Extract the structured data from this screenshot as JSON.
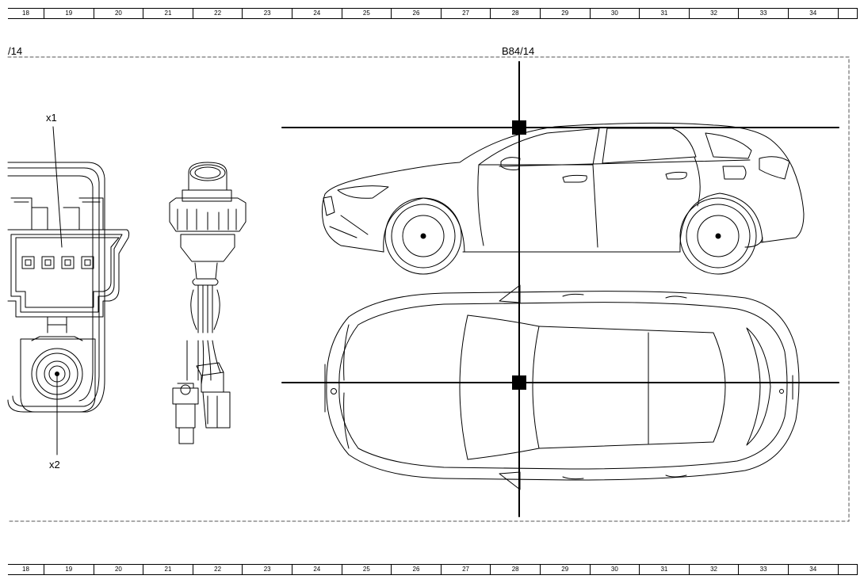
{
  "ruler": {
    "columns": [
      "18",
      "19",
      "20",
      "21",
      "22",
      "23",
      "24",
      "25",
      "26",
      "27",
      "28",
      "29",
      "30",
      "31",
      "32",
      "33",
      "34",
      ""
    ]
  },
  "labels": {
    "left_ref": "/14",
    "component_ref": "B84/14",
    "connector_1": "x1",
    "connector_2": "x2"
  }
}
